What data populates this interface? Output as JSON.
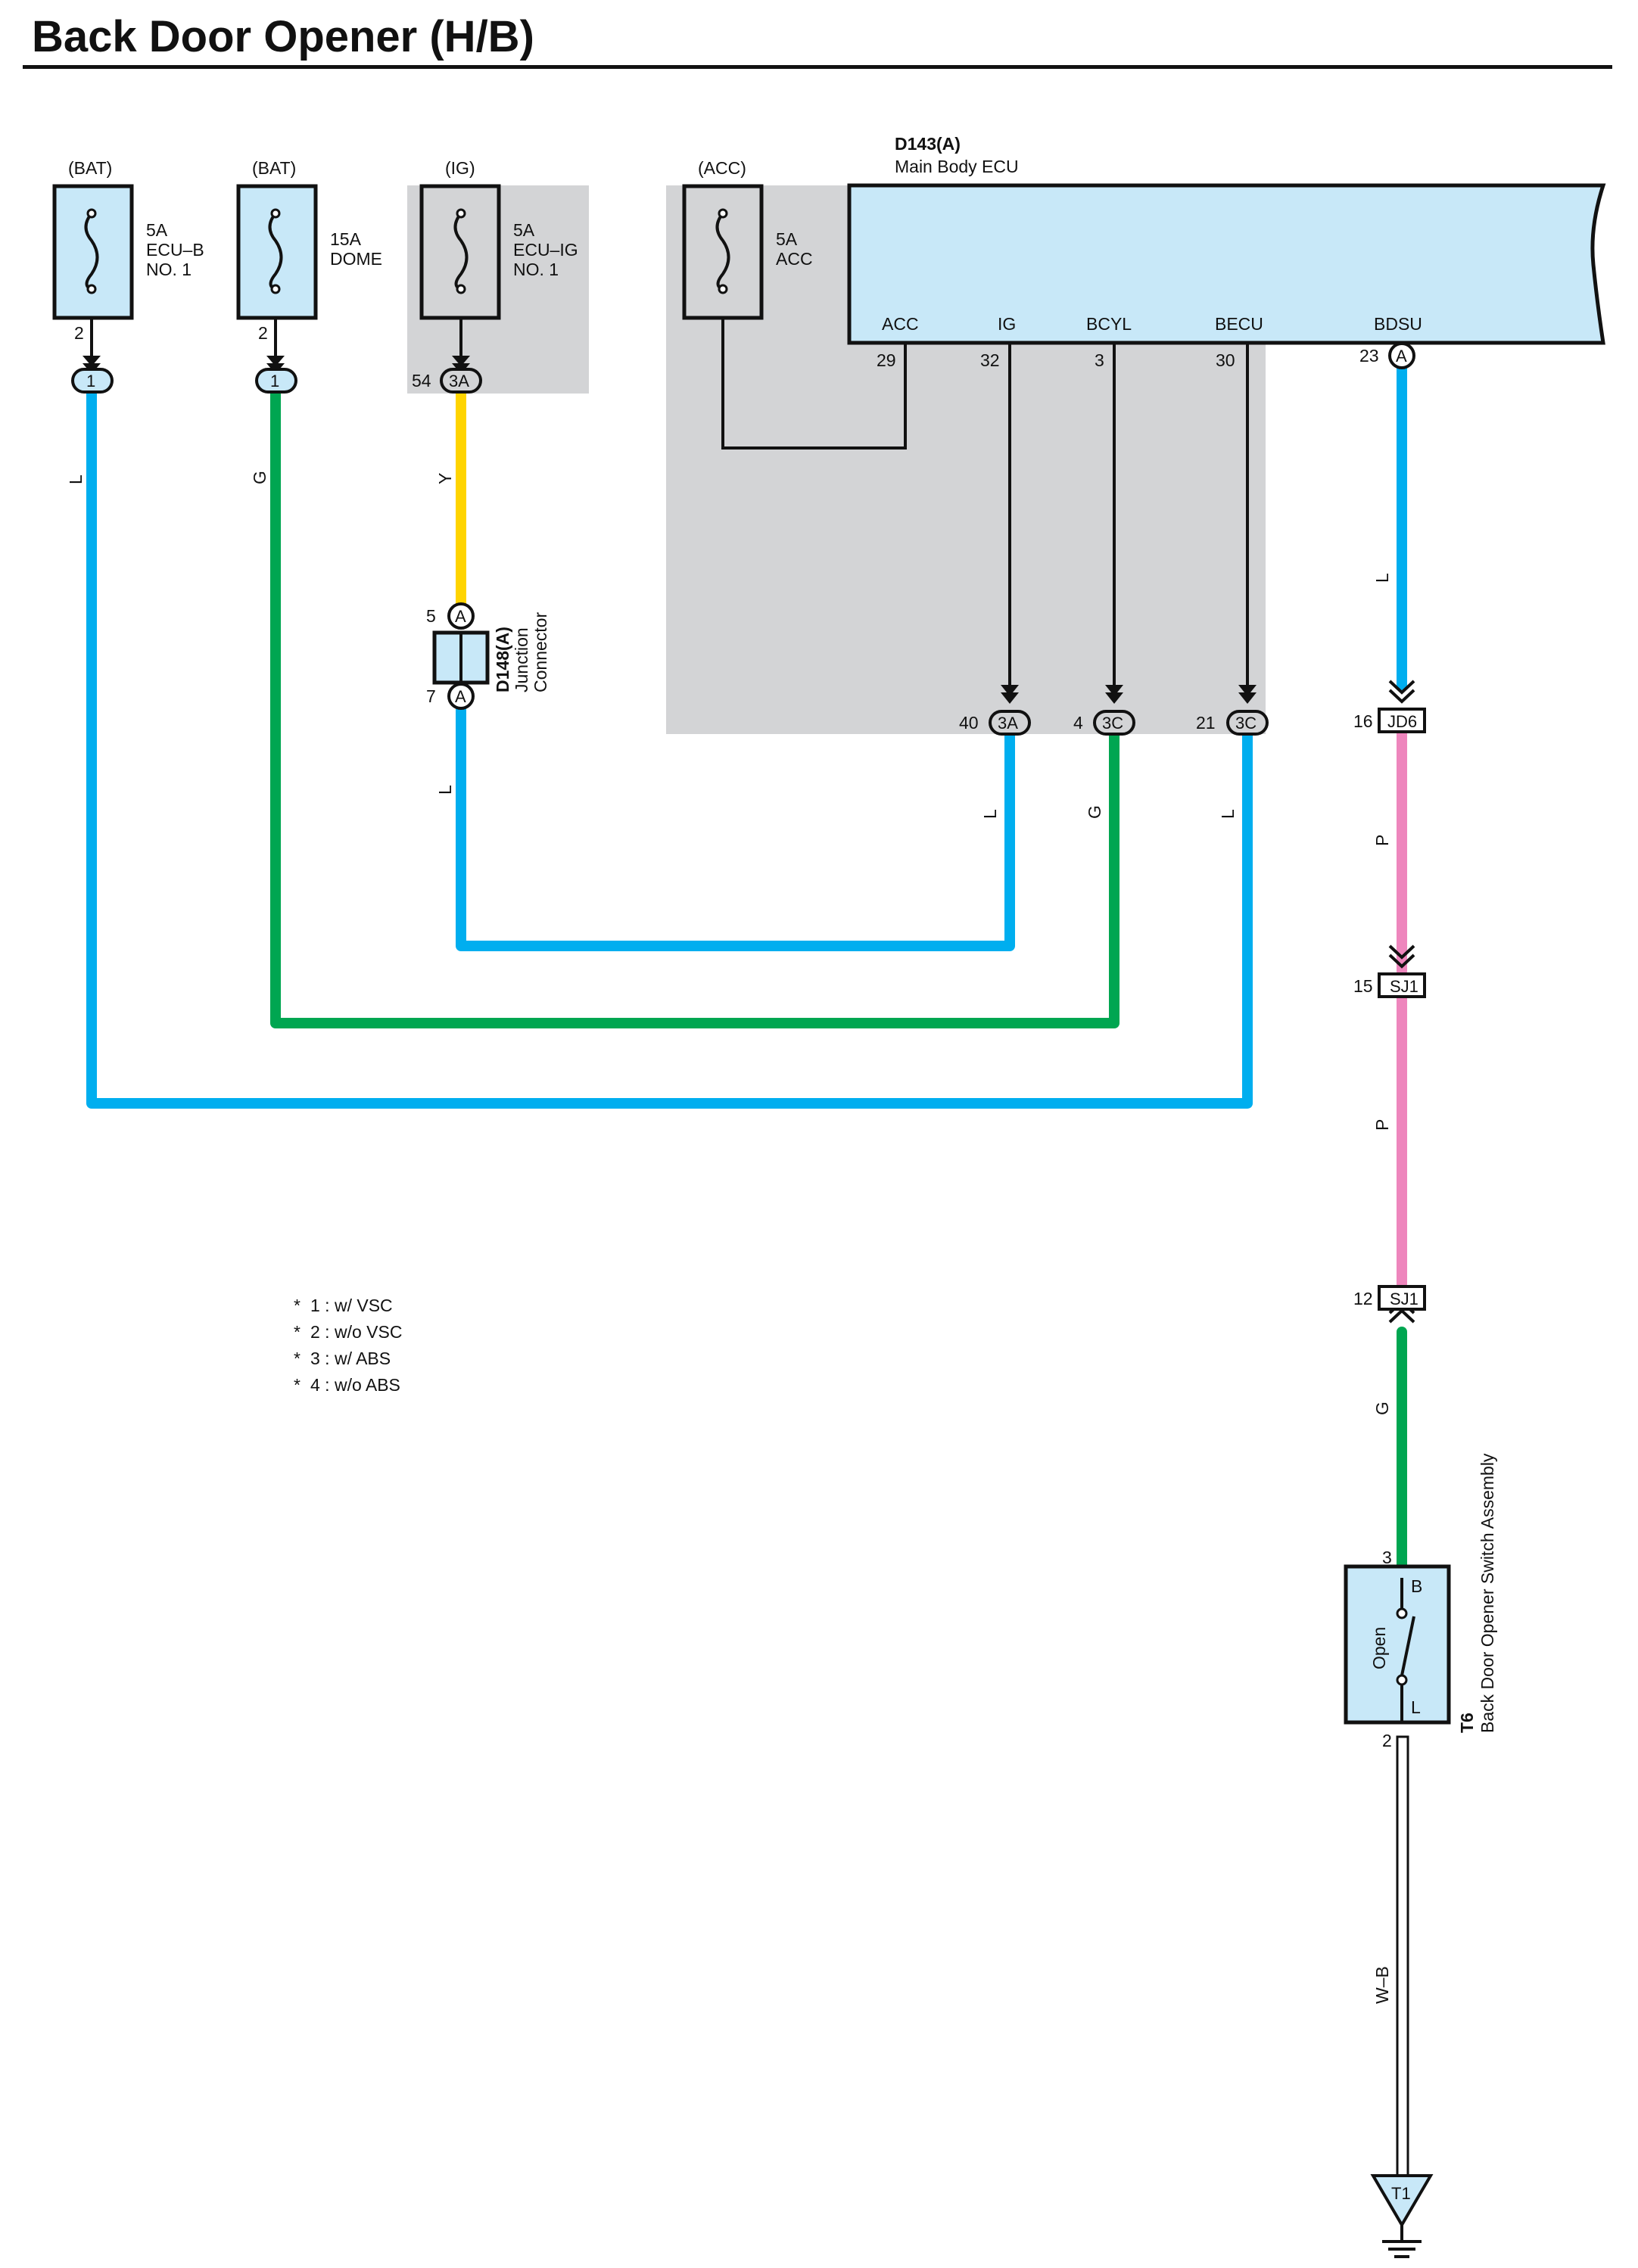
{
  "title": "Back Door Opener (H/B)",
  "colors": {
    "wire_L": "#00aeef",
    "wire_G": "#00a651",
    "wire_Y": "#ffd400",
    "wire_P": "#ee86bd",
    "component_fill": "#c8e8f8",
    "shade": "#d3d4d6"
  },
  "fuses": [
    {
      "source": "(BAT)",
      "rating": "5A",
      "name1": "ECU–B",
      "name2": "NO. 1",
      "pin": "2",
      "conn": "1"
    },
    {
      "source": "(BAT)",
      "rating": "15A",
      "name1": "DOME",
      "name2": "",
      "pin": "2",
      "conn": "1"
    },
    {
      "source": "(IG)",
      "rating": "5A",
      "name1": "ECU–IG",
      "name2": "NO. 1",
      "pin": "54",
      "conn": "3A"
    },
    {
      "source": "(ACC)",
      "rating": "5A",
      "name1": "ACC",
      "name2": "",
      "pin": "",
      "conn": ""
    }
  ],
  "ecu": {
    "code": "D143(A)",
    "name": "Main Body ECU",
    "terminals": [
      {
        "label": "ACC",
        "pin": "29"
      },
      {
        "label": "IG",
        "pin": "32"
      },
      {
        "label": "BCYL",
        "pin": "3"
      },
      {
        "label": "BECU",
        "pin": "30"
      },
      {
        "label": "BDSU",
        "pin": "23",
        "conn": "A"
      }
    ]
  },
  "junction": {
    "code": "D148(A)",
    "name1": "Junction",
    "name2": "Connector",
    "pin_top": "5",
    "pin_bottom": "7",
    "conn": "A"
  },
  "lower_connectors": [
    {
      "pin": "40",
      "conn": "3A"
    },
    {
      "pin": "4",
      "conn": "3C"
    },
    {
      "pin": "21",
      "conn": "3C"
    }
  ],
  "wire_colors": {
    "w1": "L",
    "w2": "G",
    "w3": "Y",
    "w4": "L",
    "w5": "L",
    "w6": "G",
    "w7": "L",
    "w8": "L",
    "w9": "P",
    "w10": "P",
    "w11": "G",
    "w12": "W–B"
  },
  "right_connectors": [
    {
      "pin": "16",
      "conn": "JD6"
    },
    {
      "pin": "15",
      "conn": "SJ1"
    },
    {
      "pin": "12",
      "conn": "SJ1"
    }
  ],
  "switch": {
    "code": "T6",
    "name": "Back Door Opener Switch Assembly",
    "state": "Open",
    "terminal_top": "B",
    "terminal_bottom": "L",
    "pin_top": "3",
    "pin_bottom": "2"
  },
  "ground": "T1",
  "notes": [
    "1 : w/ VSC",
    "2 : w/o VSC",
    "3 : w/ ABS",
    "4 : w/o ABS"
  ]
}
